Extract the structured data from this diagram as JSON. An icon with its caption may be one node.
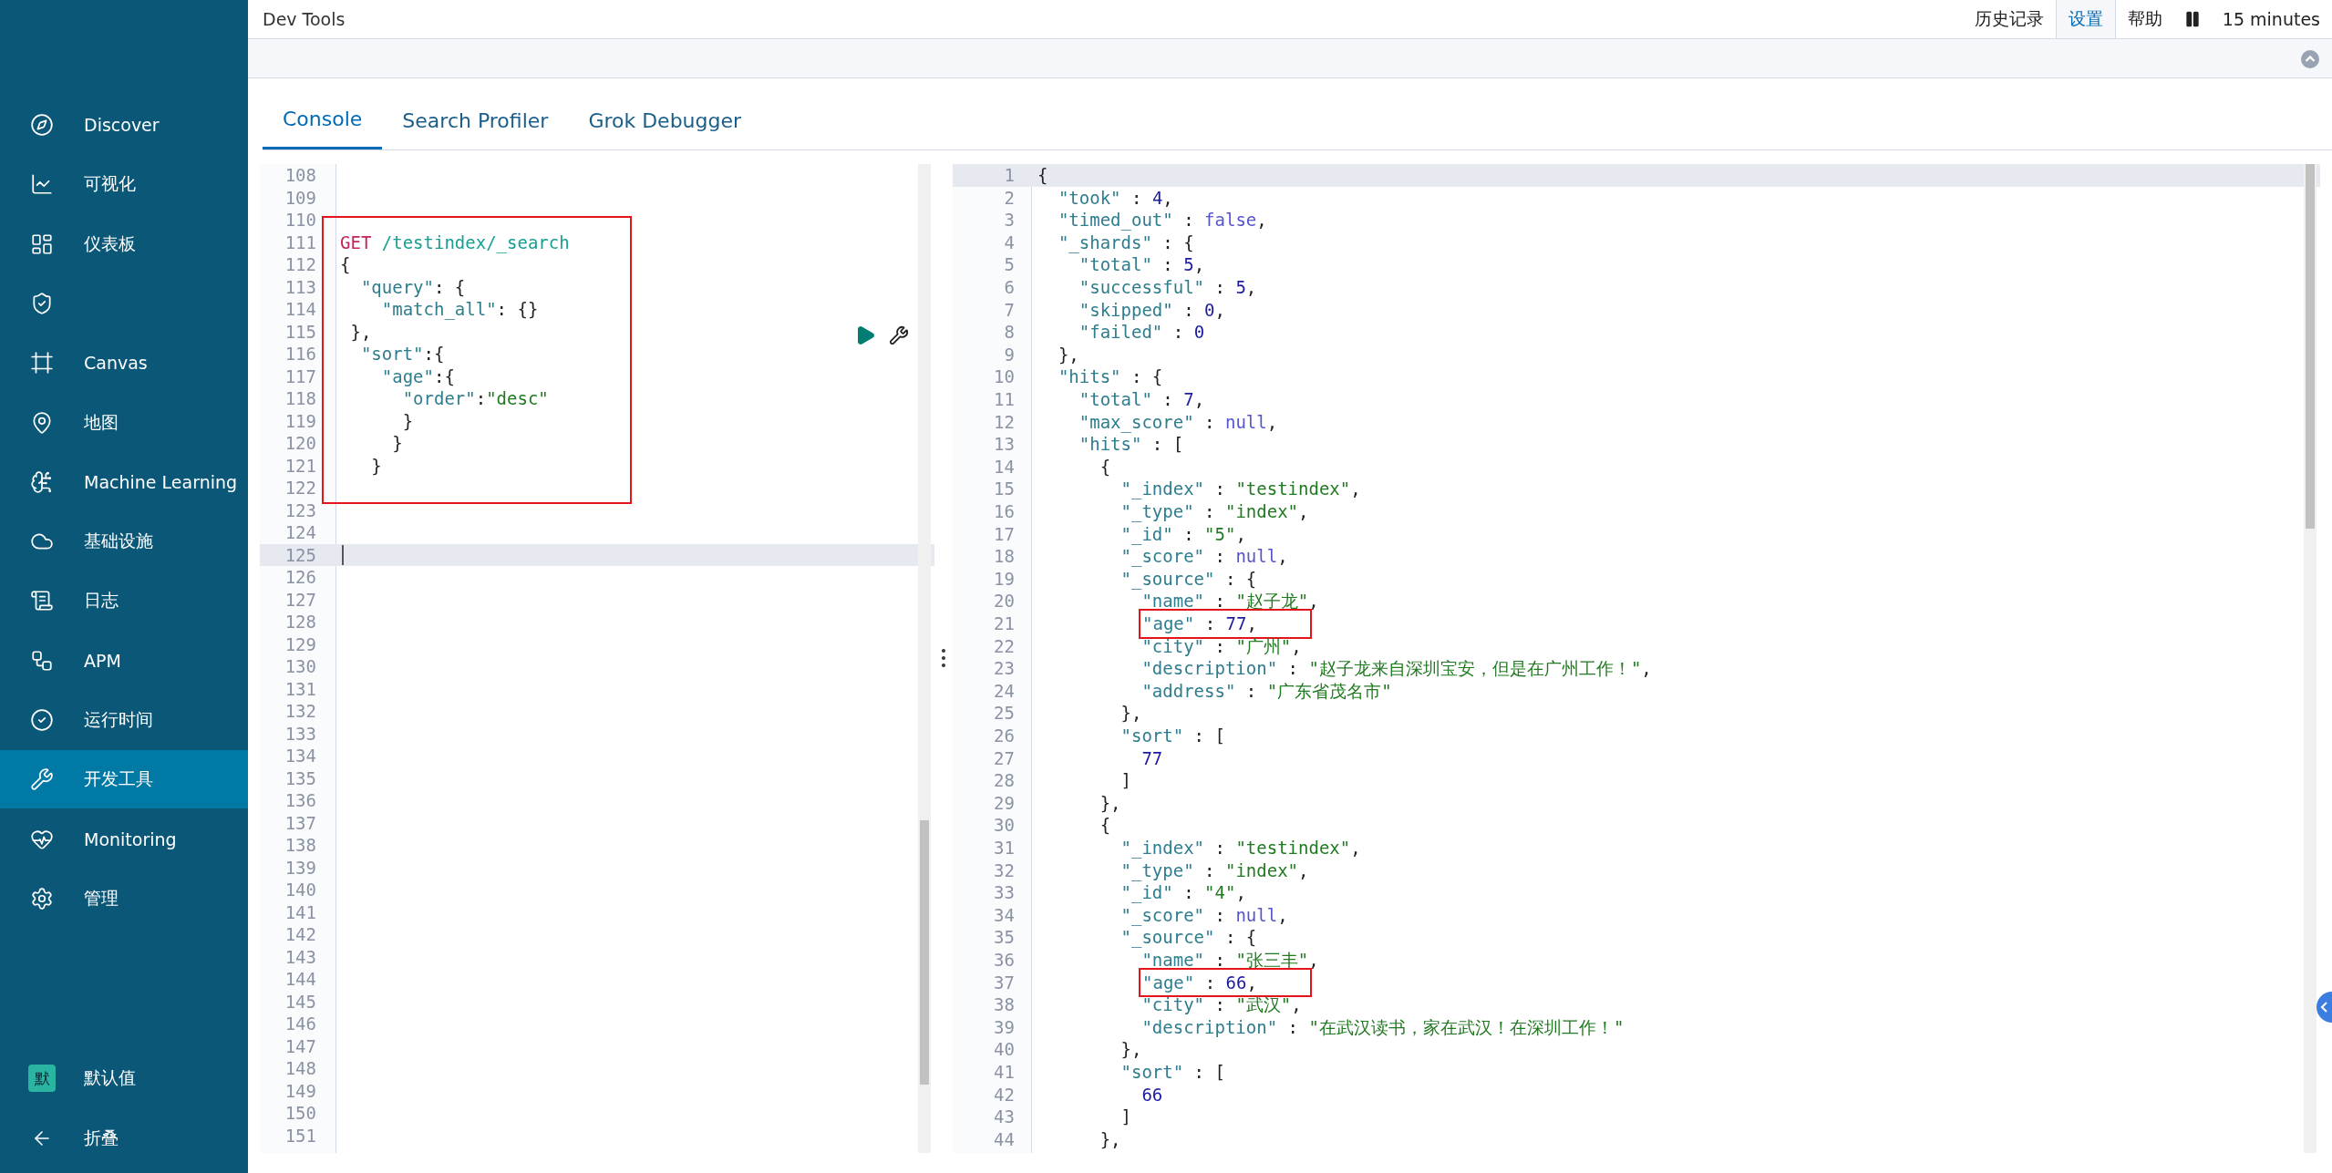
{
  "diagram": {
    "nodes": [
      {
        "text": [
          "GET /testindex/_search",
          "{",
          "  \"query\": {",
          "    \"match_all\": {}",
          " },",
          "  \"sort\":{",
          "    \"age\":{",
          "      \"order\":\"desc\"",
          "      }",
          "     }",
          "   }"
        ]
      },
      {
        "text": [
          "\"age\" : 77,"
        ]
      },
      {
        "text": [
          "\"age\" : 66,"
        ]
      },
      {
        "text": [
          "默"
        ]
      }
    ],
    "labels": [
      "Dev Tools",
      "历史记录",
      "设置",
      "帮助",
      "15 minutes",
      "Discover",
      "Console",
      "Search Profiler",
      "Grok Debugger",
      "可视化",
      "仪表板",
      "Canvas",
      "地图",
      "Machine Learning",
      "基础设施",
      "日志",
      "APM",
      "运行时间",
      "开发工具",
      "Monitoring",
      "管理",
      "默认值",
      "折叠",
      "108",
      "109",
      "110",
      "111",
      "112",
      "113",
      "114",
      "115",
      "116",
      "117",
      "118",
      "119",
      "120",
      "121",
      "122",
      "123",
      "124",
      "125",
      "126",
      "127",
      "128",
      "129",
      "130",
      "131",
      "132",
      "133",
      "134",
      "135",
      "136",
      "137",
      "138",
      "139",
      "140",
      "141",
      "142",
      "143",
      "144",
      "145",
      "146",
      "147",
      "148",
      "149",
      "150",
      "151",
      "1",
      "2",
      "3",
      "4",
      "5",
      "6",
      "7",
      "8",
      "9",
      "10",
      "11",
      "12",
      "13",
      "14",
      "15",
      "16",
      "17",
      "18",
      "19",
      "20",
      "21",
      "22",
      "23",
      "24",
      "25",
      "26",
      "27",
      "28",
      "29",
      "30",
      "31",
      "32",
      "33",
      "34",
      "35",
      "36",
      "37",
      "38",
      "39",
      "40",
      "41",
      "42",
      "43",
      "44",
      "{",
      "  \"took\" : 4,",
      "  \"timed_out\" : false,",
      "  \"_shards\" : {",
      "    \"total\" : 5,",
      "    \"successful\" : 5,",
      "    \"skipped\" : 0,",
      "    \"failed\" : 0",
      "  },",
      "  \"hits\" : {",
      "    \"total\" : 7,",
      "    \"max_score\" : null,",
      "    \"hits\" : [",
      "      {",
      "        \"_index\" : \"testindex\",",
      "        \"_type\" : \"index\",",
      "        \"_id\" : \"5\",",
      "        \"_score\" : null,",
      "        \"_source\" : {",
      "          \"name\" : \"赵子龙\",",
      "          \"city\" : \"广州\",",
      "          \"description\" : \"赵子龙来自深圳宝安，但是在广州工作！\",",
      "          \"address\" : \"广东省茂名市\"",
      "        },",
      "        \"sort\" : [",
      "          77",
      "        ]",
      "      },",
      "      {",
      "        \"_index\" : \"testindex\",",
      "        \"_type\" : \"index\",",
      "        \"_id\" : \"4\",",
      "        \"_score\" : null,",
      "        \"_source\" : {",
      "          \"name\" : \"张三丰\",",
      "          \"city\" : \"武汉\",",
      "          \"description\" : \"在武汉读书，家在武汉！在深圳工作！\"",
      "        },",
      "        \"sort\" : [",
      "          66",
      "        ]",
      "      },"
    ]
  }
}
